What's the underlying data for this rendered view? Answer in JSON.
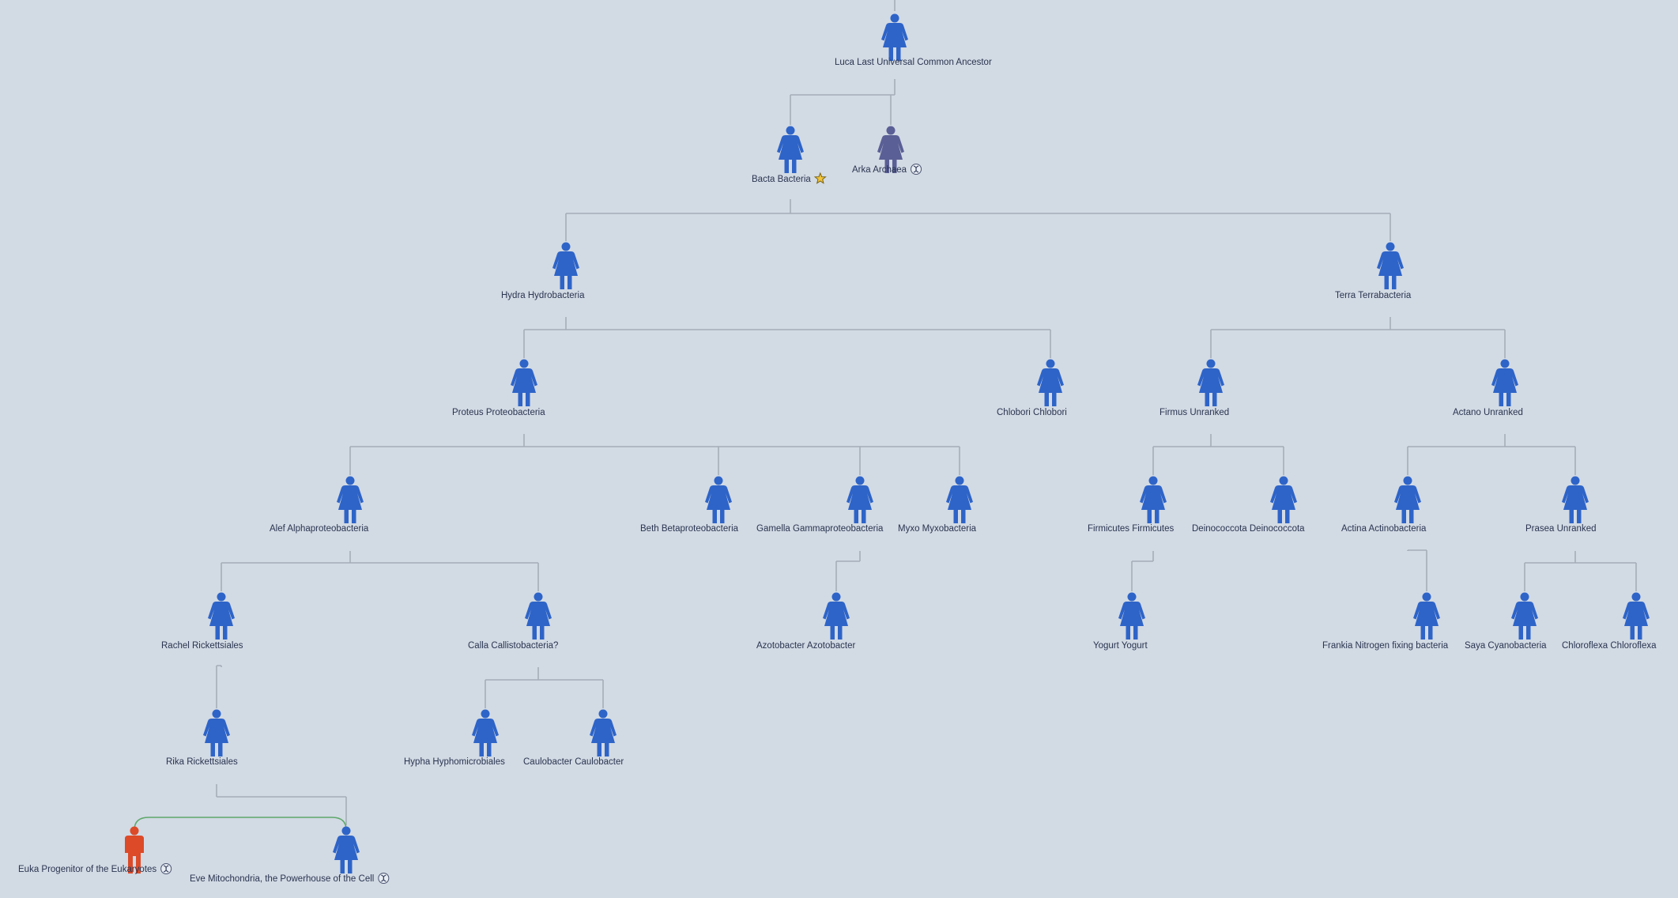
{
  "colors": {
    "background": "#d2dae4",
    "female": "#2e64c8",
    "female_dim": "#5a5f95",
    "male": "#dc4a28",
    "connector": "#a5adb8",
    "partner_link": "#5ea86a"
  },
  "tree": {
    "nodes": [
      {
        "id": "luca",
        "label": "Luca Last Universal Common Ancestor",
        "sex": "female"
      },
      {
        "id": "bacta",
        "label": "Bacta Bacteria",
        "sex": "female",
        "badge": "star-icon"
      },
      {
        "id": "arka",
        "label": "Arka Archaea",
        "sex": "female_dim",
        "badge": "dna-icon"
      },
      {
        "id": "hydra",
        "label": "Hydra Hydrobacteria",
        "sex": "female"
      },
      {
        "id": "terra",
        "label": "Terra Terrabacteria",
        "sex": "female"
      },
      {
        "id": "proteus",
        "label": "Proteus Proteobacteria",
        "sex": "female"
      },
      {
        "id": "chlobori",
        "label": "Chlobori Chlobori",
        "sex": "female"
      },
      {
        "id": "firmus",
        "label": "Firmus Unranked",
        "sex": "female"
      },
      {
        "id": "actano",
        "label": "Actano Unranked",
        "sex": "female"
      },
      {
        "id": "alef",
        "label": "Alef Alphaproteobacteria",
        "sex": "female"
      },
      {
        "id": "beth",
        "label": "Beth Betaproteobacteria",
        "sex": "female"
      },
      {
        "id": "gamella",
        "label": "Gamella Gammaproteobacteria",
        "sex": "female"
      },
      {
        "id": "myxo",
        "label": "Myxo Myxobacteria",
        "sex": "female"
      },
      {
        "id": "firmicutes",
        "label": "Firmicutes Firmicutes",
        "sex": "female"
      },
      {
        "id": "deino",
        "label": "Deinococcota Deinococcota",
        "sex": "female"
      },
      {
        "id": "actina",
        "label": "Actina Actinobacteria",
        "sex": "female"
      },
      {
        "id": "prasea",
        "label": "Prasea Unranked",
        "sex": "female"
      },
      {
        "id": "rachel",
        "label": "Rachel Rickettsiales",
        "sex": "female"
      },
      {
        "id": "calla",
        "label": "Calla Callistobacteria?",
        "sex": "female"
      },
      {
        "id": "azoto",
        "label": "Azotobacter Azotobacter",
        "sex": "female"
      },
      {
        "id": "yogurt",
        "label": "Yogurt Yogurt",
        "sex": "female"
      },
      {
        "id": "frankia",
        "label": "Frankia Nitrogen fixing bacteria",
        "sex": "female"
      },
      {
        "id": "saya",
        "label": "Saya Cyanobacteria",
        "sex": "female"
      },
      {
        "id": "chloroflexa",
        "label": "Chloroflexa Chloroflexa",
        "sex": "female"
      },
      {
        "id": "rika",
        "label": "Rika Rickettsiales",
        "sex": "female"
      },
      {
        "id": "hypha",
        "label": "Hypha Hyphomicrobiales",
        "sex": "female"
      },
      {
        "id": "caulo",
        "label": "Caulobacter Caulobacter",
        "sex": "female"
      },
      {
        "id": "euka",
        "label": "Euka Progenitor of the Eukaryotes",
        "sex": "male",
        "badge": "dna-icon"
      },
      {
        "id": "eve",
        "label": "Eve Mitochondria, the Powerhouse of the Cell",
        "sex": "female",
        "badge": "dna-icon"
      }
    ],
    "edges": [
      [
        "luca",
        "bacta"
      ],
      [
        "luca",
        "arka"
      ],
      [
        "bacta",
        "hydra"
      ],
      [
        "bacta",
        "terra"
      ],
      [
        "hydra",
        "proteus"
      ],
      [
        "hydra",
        "chlobori"
      ],
      [
        "terra",
        "firmus"
      ],
      [
        "terra",
        "actano"
      ],
      [
        "proteus",
        "alef"
      ],
      [
        "proteus",
        "beth"
      ],
      [
        "proteus",
        "gamella"
      ],
      [
        "proteus",
        "myxo"
      ],
      [
        "firmus",
        "firmicutes"
      ],
      [
        "firmus",
        "deino"
      ],
      [
        "actano",
        "actina"
      ],
      [
        "actano",
        "prasea"
      ],
      [
        "alef",
        "rachel"
      ],
      [
        "alef",
        "calla"
      ],
      [
        "gamella",
        "azoto"
      ],
      [
        "firmicutes",
        "yogurt"
      ],
      [
        "actina",
        "frankia"
      ],
      [
        "prasea",
        "saya"
      ],
      [
        "prasea",
        "chloroflexa"
      ],
      [
        "rachel",
        "rika"
      ],
      [
        "calla",
        "hypha"
      ],
      [
        "calla",
        "caulo"
      ],
      [
        "rika",
        "eve"
      ]
    ],
    "partner_links": [
      [
        "euka",
        "eve"
      ]
    ]
  }
}
